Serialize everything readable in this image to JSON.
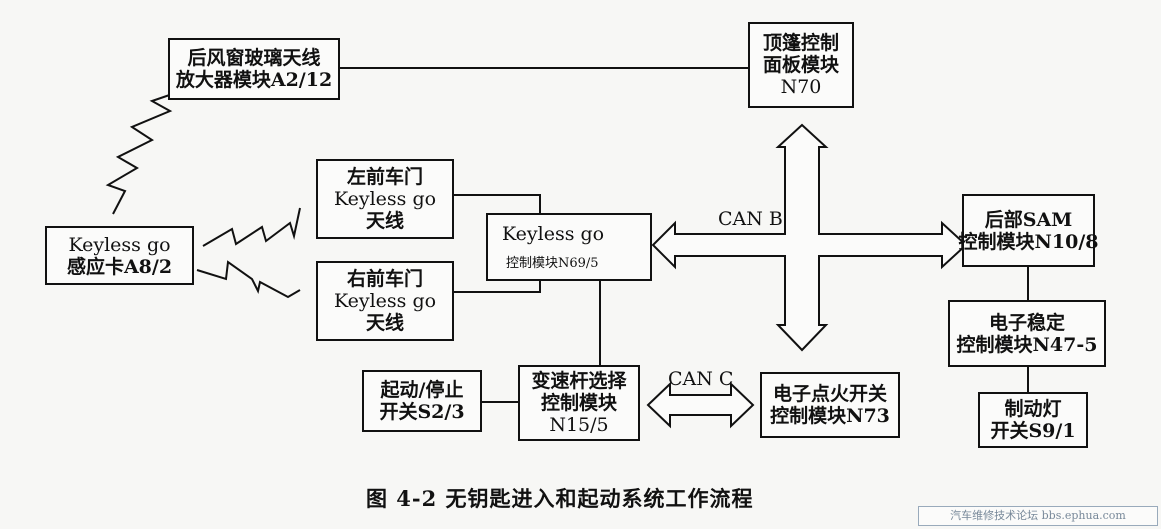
{
  "boxes": {
    "rear_window": {
      "line1": "后风窗玻璃天线",
      "line2": "放大器模块A2/12"
    },
    "roof": {
      "line1": "顶篷控制",
      "line2": "面板模块",
      "line3": "N70"
    },
    "keycard": {
      "line1": "Keyless go",
      "line2": "感应卡A8/2"
    },
    "left_door": {
      "line1": "左前车门",
      "line2": "Keyless go",
      "line3": "天线"
    },
    "right_door": {
      "line1": "右前车门",
      "line2": "Keyless go",
      "line3": "天线"
    },
    "n69": {
      "line1": "Keyless go",
      "line2": "控制模块N69/5"
    },
    "rear_sam": {
      "line1": "后部SAM",
      "line2": "控制模块N10/8"
    },
    "esp": {
      "line1": "电子稳定",
      "line2": "控制模块N47-5"
    },
    "brake": {
      "line1": "制动灯",
      "line2": "开关S9/1"
    },
    "start_stop": {
      "line1": "起动/停止",
      "line2": "开关S2/3"
    },
    "gear": {
      "line1": "变速杆选择",
      "line2": "控制模块",
      "line3": "N15/5"
    },
    "ignition": {
      "line1": "电子点火开关",
      "line2": "控制模块N73"
    }
  },
  "labels": {
    "can_b": "CAN B",
    "can_c": "CAN C"
  },
  "caption": "图 4-2    无钥匙进入和起动系统工作流程",
  "watermark": "汽车维修技术论坛 bbs.ephua.com"
}
